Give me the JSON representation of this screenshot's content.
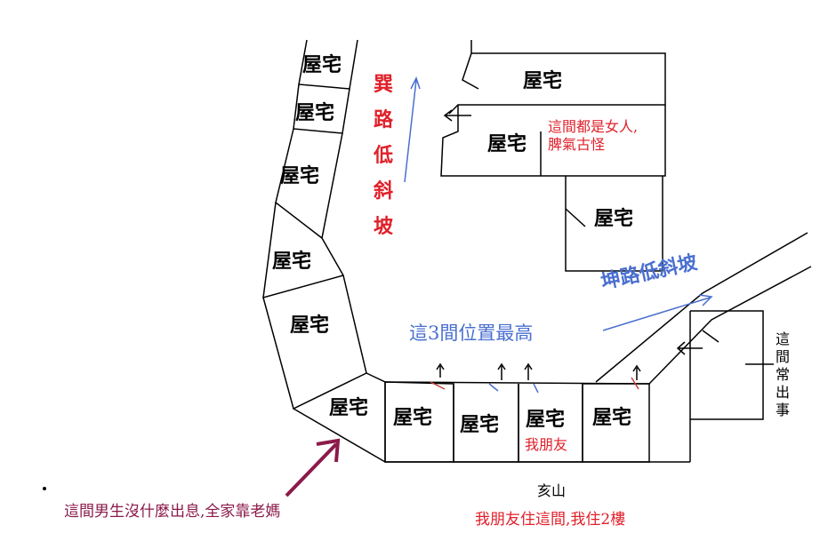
{
  "house_label": "屋宅",
  "labels": {
    "xun_road": "巽路低斜坡",
    "kun_road": "坤路低斜坡",
    "highest": "這3間位置最高",
    "women": "這間都是女人,脾氣古怪",
    "friend": "我朋友",
    "often_trouble": "這間常出事",
    "man_note": "這間男生沒什麼出息,全家靠老媽",
    "hai_mountain": "亥山",
    "friend_live": "我朋友住這間,我住2樓"
  },
  "colors": {
    "ink": "#000000",
    "red": "#e0202a",
    "blue": "#4a6fd0",
    "arrow_maroon": "#8b1a4a"
  }
}
